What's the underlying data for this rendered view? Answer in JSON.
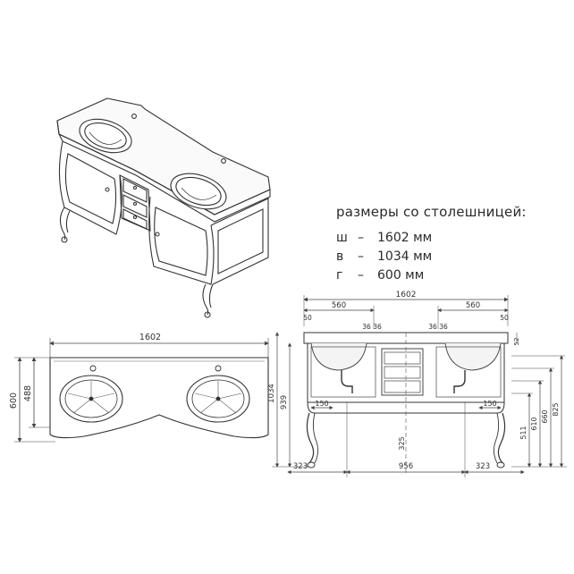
{
  "specs": {
    "title": "размеры со столешницей:",
    "rows": [
      {
        "key": "ш",
        "dash": "–",
        "value": "1602 мм"
      },
      {
        "key": "в",
        "dash": "–",
        "value": "1034 мм"
      },
      {
        "key": "г",
        "dash": "–",
        "value": "600 мм"
      }
    ]
  },
  "top_view": {
    "width_label": "1602",
    "depth_label": "600",
    "inner_depth_label": "488"
  },
  "front_view": {
    "total_width_label": "1602",
    "basin_left_label": "560",
    "basin_right_label": "560",
    "edge_left_label": "50",
    "edge_right_label": "50",
    "offset_left_label": "36",
    "offset_mid_left_label": "36",
    "offset_mid_right_label": "36",
    "offset_right_label": "36",
    "inner_left_label": "150",
    "inner_right_label": "150",
    "leg_left_label": "323",
    "leg_span_label": "956",
    "leg_right_label": "323",
    "height_total_label": "1034",
    "height_body_label": "939",
    "height_center_label": "325",
    "height_top_right_label": "52",
    "h511": "511",
    "h610": "610",
    "h660": "660",
    "h825": "825"
  }
}
